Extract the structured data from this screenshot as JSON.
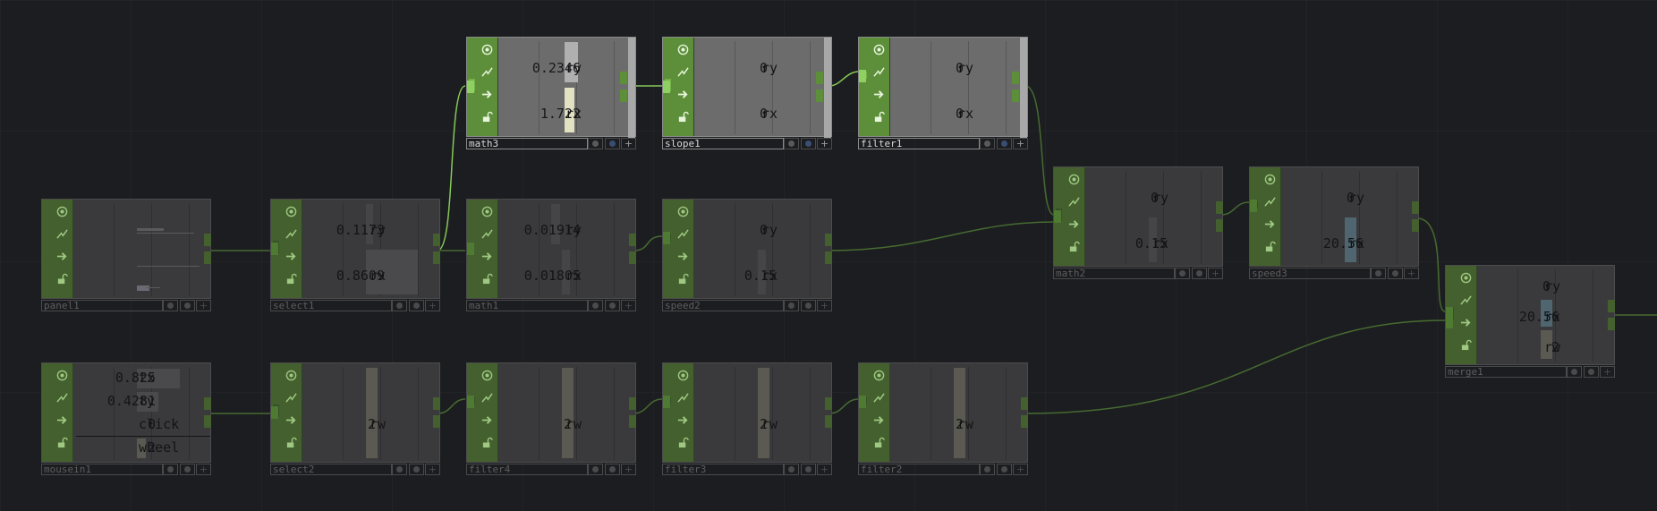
{
  "colors": {
    "background": "#1c1d20",
    "node_strip": "#43602e",
    "node_strip_active": "#5d8f3a",
    "wire": "#466b31",
    "wire_active": "#86c858"
  },
  "icons": {
    "strip": [
      "viewer-target-icon",
      "lightning-icon",
      "arrow-right-icon",
      "lock-icon"
    ]
  },
  "nodes": {
    "math3": {
      "name": "math3",
      "ch1": "ry",
      "v1": "0.2346",
      "ch2": "rx",
      "v2": "1.722"
    },
    "slope1": {
      "name": "slope1",
      "ch1": "ry",
      "v1": "0",
      "ch2": "rx",
      "v2": "0"
    },
    "filter1": {
      "name": "filter1",
      "ch1": "ry",
      "v1": "0",
      "ch2": "rx",
      "v2": "0"
    },
    "panel1": {
      "name": "panel1"
    },
    "select1": {
      "name": "select1",
      "ch1": "ry",
      "v1": "0.1173",
      "ch2": "rx",
      "v2": "0.8609"
    },
    "math1": {
      "name": "math1",
      "ch1": "ry",
      "v1": "0.01914",
      "ch2": "rx",
      "v2": "0.01805"
    },
    "speed2": {
      "name": "speed2",
      "ch1": "ry",
      "v1": "0",
      "ch2": "rx",
      "v2": "0.15"
    },
    "math2": {
      "name": "math2",
      "ch1": "ry",
      "v1": "0",
      "ch2": "rx",
      "v2": "0.15"
    },
    "speed3": {
      "name": "speed3",
      "ch1": "ry",
      "v1": "0",
      "ch2": "rx",
      "v2": "20.56"
    },
    "merge1": {
      "name": "merge1",
      "ch1": "ry",
      "v1": "0",
      "ch2": "rx",
      "v2": "20.56",
      "ch3": "rw",
      "v3": "2"
    },
    "mousein1": {
      "name": "mousein1",
      "ch1": "tx",
      "v1": "0.825",
      "ch2": "ty",
      "v2": "0.4281",
      "ch3": "click",
      "v3": "0",
      "ch4": "wheel",
      "v4": "2"
    },
    "select2": {
      "name": "select2",
      "ch1": "rw",
      "v1": "2"
    },
    "filter4": {
      "name": "filter4",
      "ch1": "rw",
      "v1": "2"
    },
    "filter3": {
      "name": "filter3",
      "ch1": "rw",
      "v1": "2"
    },
    "filter2": {
      "name": "filter2",
      "ch1": "rw",
      "v1": "2"
    }
  }
}
